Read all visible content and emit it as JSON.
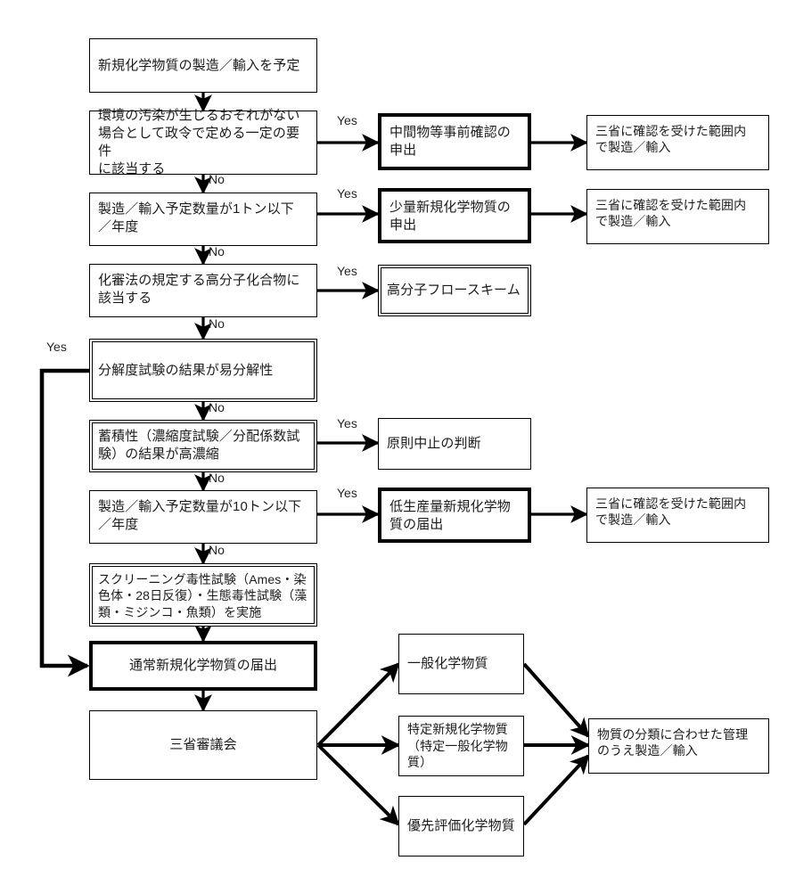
{
  "figure": {
    "kind": "flowchart",
    "orientation": "top-to-bottom",
    "background_color": "#ffffff",
    "line_color": "#000000",
    "text_color": "#1c1c1c"
  },
  "nodes": {
    "start": {
      "text": "新規化学物質の製造／輸入を予定"
    },
    "d_intermediate": {
      "text": "環境の汚染が生じるおそれがない\n場合として政令で定める一定の要件\nに該当する"
    },
    "d_one_ton": {
      "text": "製造／輸入予定数量が1トン以下\n／年度"
    },
    "d_polymer": {
      "text": "化審法の規定する高分子化合物に\n該当する"
    },
    "d_degradable": {
      "text": "分解度試験の結果が易分解性"
    },
    "d_bioaccum": {
      "text": "蓄積性（濃縮度試験／分配係数試\n験）の結果が高濃縮"
    },
    "d_ten_ton": {
      "text": "製造／輸入予定数量が10トン以下\n／年度"
    },
    "screening": {
      "text": "スクリーニング毒性試験（Ames・染\n色体・28日反復）・生態毒性試験（藻\n類・ミジンコ・魚類）を実施"
    },
    "normal_notify": {
      "text": "通常新規化学物質の届出"
    },
    "council": {
      "text": "三省審議会"
    },
    "intermediate_apply": {
      "text": "中間物等事前確認の\n申出"
    },
    "small_qty_apply": {
      "text": "少量新規化学物質の\n申出"
    },
    "polymer_scheme": {
      "text": "高分子フロースキーム"
    },
    "stop_decision": {
      "text": "原則中止の判断"
    },
    "low_volume_notify": {
      "text": "低生産量新規化学物\n質の届出"
    },
    "confirmed_range_1": {
      "text": "三省に確認を受けた範囲内\nで製造／輸入"
    },
    "confirmed_range_2": {
      "text": "三省に確認を受けた範囲内\nで製造／輸入"
    },
    "confirmed_range_3": {
      "text": "三省に確認を受けた範囲内\nで製造／輸入"
    },
    "general_chemical": {
      "text": "一般化学物質"
    },
    "specified_new_chemical": {
      "text": "特定新規化学物質\n（特定一般化学物質）"
    },
    "priority_assessment": {
      "text": "優先評価化学物質"
    },
    "managed_manufacture": {
      "text": "物質の分類に合わせた管理\nのうえ製造／輸入"
    }
  },
  "edge_labels": {
    "yes_intermediate": "Yes",
    "yes_one_ton": "Yes",
    "yes_polymer": "Yes",
    "yes_degradable": "Yes",
    "yes_bioaccum": "Yes",
    "yes_ten_ton": "Yes",
    "no_intermediate": "No",
    "no_one_ton": "No",
    "no_polymer": "No",
    "no_degradable": "No",
    "no_bioaccum": "No",
    "no_ten_ton": "No"
  }
}
